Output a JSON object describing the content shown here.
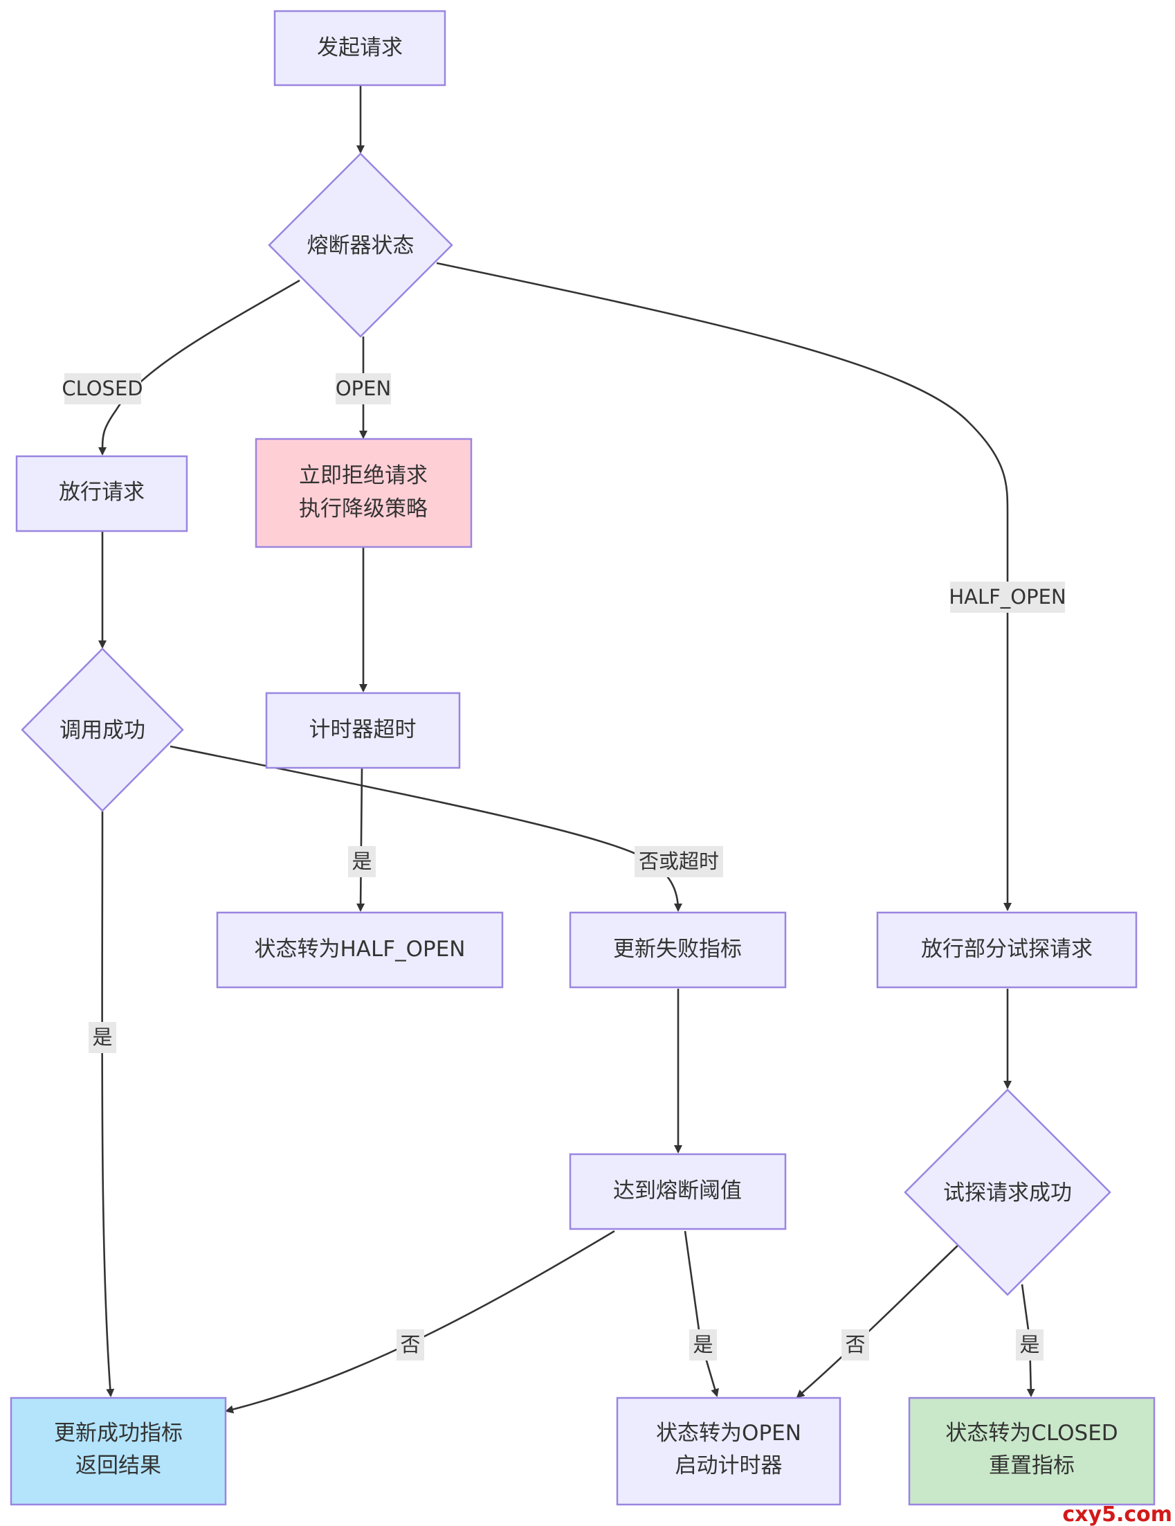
{
  "nodes": {
    "start": "发起请求",
    "state": "熔断器状态",
    "pass": "放行请求",
    "reject": {
      "line1": "立即拒绝请求",
      "line2": "执行降级策略"
    },
    "call_ok": "调用成功",
    "timer": "计时器超时",
    "to_half_open": "状态转为HALF_OPEN",
    "update_fail": "更新失败指标",
    "probe": "放行部分试探请求",
    "threshold": "达到熔断阈值",
    "probe_ok": "试探请求成功",
    "update_success": {
      "line1": "更新成功指标",
      "line2": "返回结果"
    },
    "to_open": {
      "line1": "状态转为OPEN",
      "line2": "启动计时器"
    },
    "to_closed": {
      "line1": "状态转为CLOSED",
      "line2": "重置指标"
    }
  },
  "edge_labels": {
    "closed": "CLOSED",
    "open": "OPEN",
    "half_open": "HALF_OPEN",
    "timer_yes": "是",
    "fail_or_timeout": "否或超时",
    "call_yes": "是",
    "threshold_no": "否",
    "threshold_yes": "是",
    "probe_no": "否",
    "probe_yes": "是"
  },
  "watermark": "cxy5.com",
  "colors": {
    "node_fill": "#ececfe",
    "node_stroke": "#9a85e0",
    "reject_fill": "#ffcfd6",
    "success_fill": "#b3e4fb",
    "closed_fill": "#c9e7c9",
    "edge": "#333333",
    "label_bg": "#e8e8e8",
    "watermark": "#d21a1a"
  }
}
